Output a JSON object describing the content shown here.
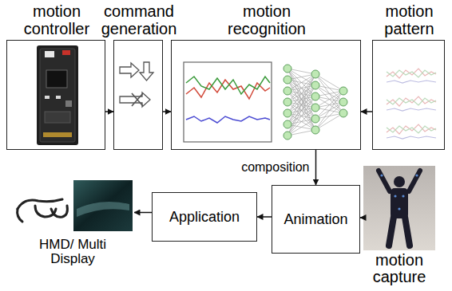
{
  "diagram": {
    "nodes": [
      {
        "text": [
          "motion controller"
        ]
      },
      {
        "text": [
          "command generation"
        ]
      },
      {
        "text": [
          "motion recognition"
        ]
      },
      {
        "text": [
          "motion pattern"
        ]
      },
      {
        "text": [
          "HMD/ Multi Display"
        ]
      },
      {
        "text": [
          "Application"
        ]
      },
      {
        "text": [
          "Animation"
        ]
      },
      {
        "text": [
          "motion capture"
        ]
      }
    ],
    "edges": [
      {
        "from": 0,
        "to": 1,
        "arrow": "to"
      },
      {
        "from": 1,
        "to": 2,
        "arrow": "to"
      },
      {
        "from": 3,
        "to": 2,
        "arrow": "to"
      },
      {
        "from": 2,
        "to": 6,
        "label": "composition",
        "arrow": "to"
      },
      {
        "from": 7,
        "to": 6,
        "arrow": "to"
      },
      {
        "from": 6,
        "to": 5,
        "arrow": "to"
      },
      {
        "from": 5,
        "to": 4,
        "arrow": "to"
      }
    ]
  }
}
